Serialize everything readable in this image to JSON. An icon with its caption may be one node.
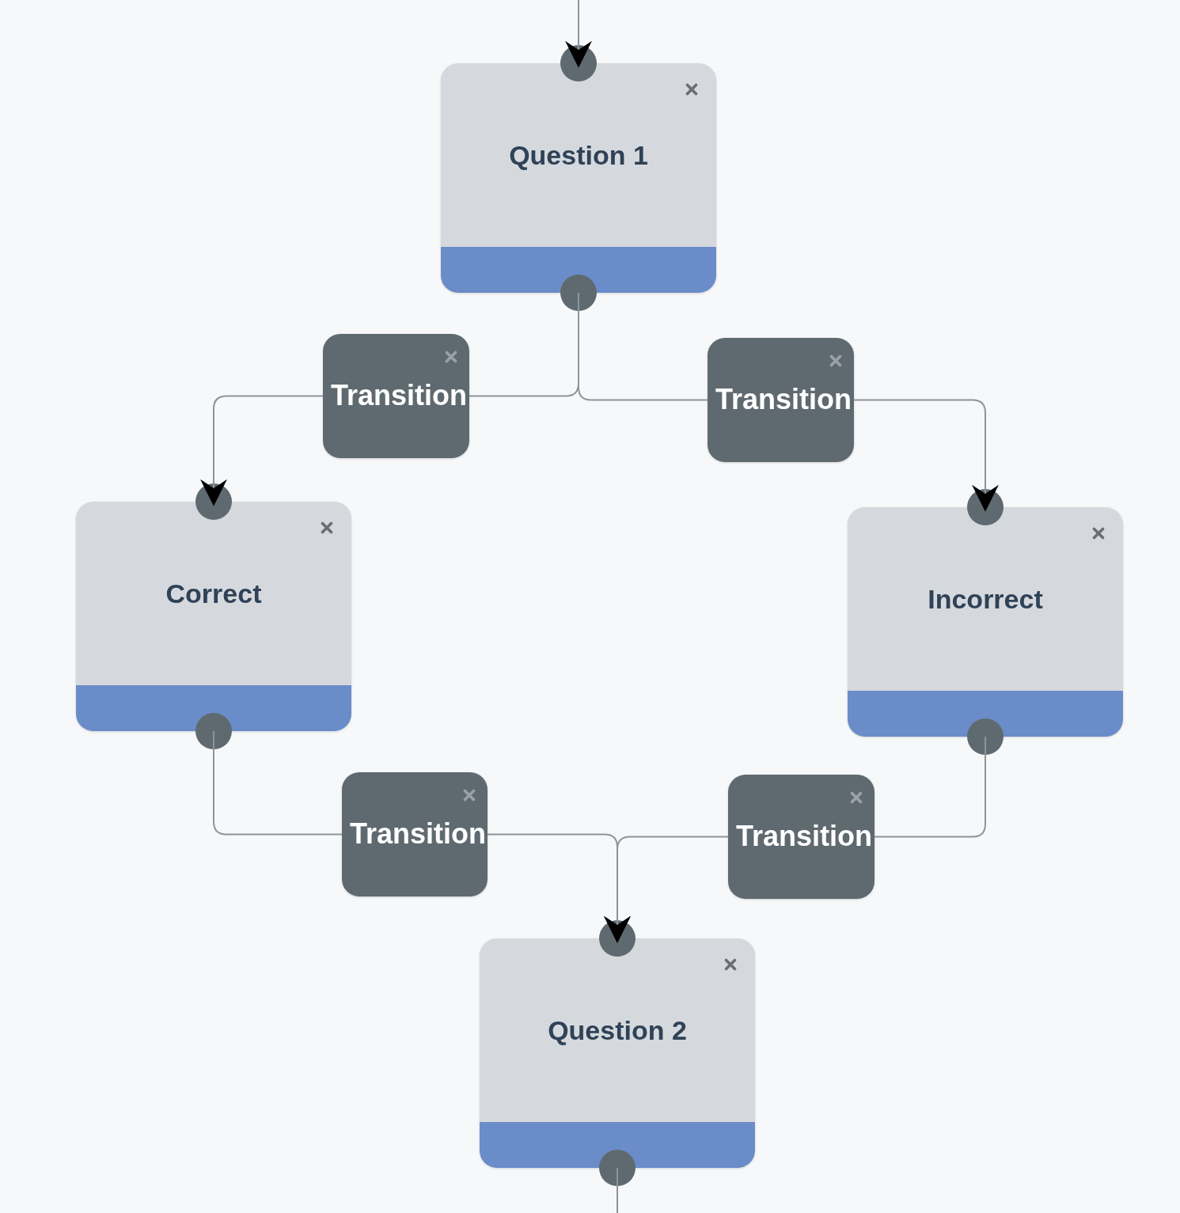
{
  "diagram": {
    "nodes": [
      {
        "text": [
          "Question 1"
        ]
      },
      {
        "text": [
          "Transition"
        ]
      },
      {
        "text": [
          "Transition"
        ]
      },
      {
        "text": [
          "Correct"
        ]
      },
      {
        "text": [
          "Incorrect"
        ]
      },
      {
        "text": [
          "Transition"
        ]
      },
      {
        "text": [
          "Transition"
        ]
      },
      {
        "text": [
          "Question 2"
        ]
      }
    ],
    "edges": [
      {
        "from": null,
        "to": 0,
        "arrow": "to"
      },
      {
        "from": 0,
        "to": 1,
        "arrow": "none"
      },
      {
        "from": 1,
        "to": 3,
        "arrow": "to"
      },
      {
        "from": 0,
        "to": 2,
        "arrow": "none"
      },
      {
        "from": 2,
        "to": 4,
        "arrow": "to"
      },
      {
        "from": 3,
        "to": 5,
        "arrow": "none"
      },
      {
        "from": 5,
        "to": 7,
        "arrow": "to"
      },
      {
        "from": 4,
        "to": 6,
        "arrow": "none"
      },
      {
        "from": 6,
        "to": 7,
        "arrow": "to"
      },
      {
        "from": 7,
        "to": null,
        "arrow": "none"
      }
    ]
  }
}
